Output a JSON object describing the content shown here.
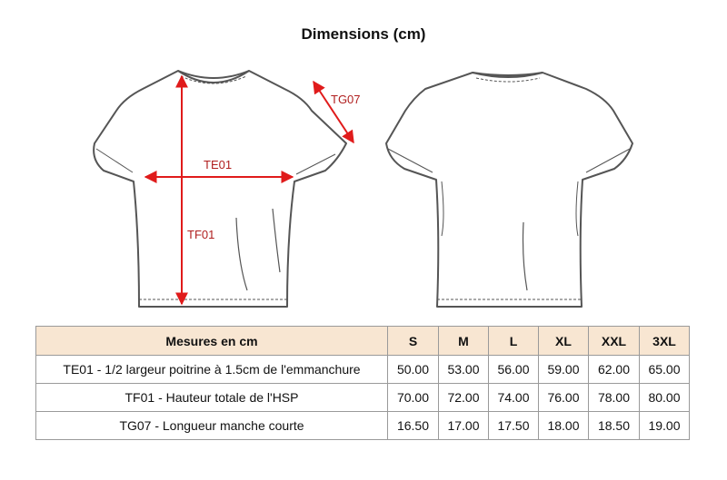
{
  "title": "Dimensions (cm)",
  "diagram": {
    "front_labels": {
      "width": "TE01",
      "height": "TF01",
      "sleeve": "TG07"
    },
    "accent_color": "#e01b1b",
    "outline_color": "#555555"
  },
  "table": {
    "header": [
      "Mesures en cm",
      "S",
      "M",
      "L",
      "XL",
      "XXL",
      "3XL"
    ],
    "rows": [
      [
        "TE01 - 1/2 largeur poitrine à 1.5cm de l'emmanchure",
        "50.00",
        "53.00",
        "56.00",
        "59.00",
        "62.00",
        "65.00"
      ],
      [
        "TF01 - Hauteur totale de l'HSP",
        "70.00",
        "72.00",
        "74.00",
        "76.00",
        "78.00",
        "80.00"
      ],
      [
        "TG07 - Longueur manche courte",
        "16.50",
        "17.00",
        "17.50",
        "18.00",
        "18.50",
        "19.00"
      ]
    ]
  }
}
